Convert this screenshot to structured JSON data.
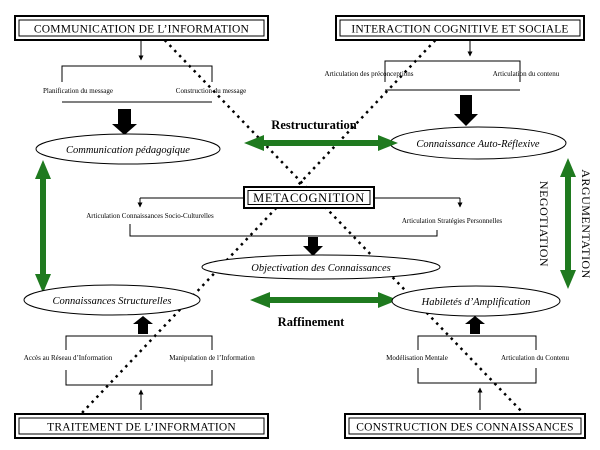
{
  "boxes": {
    "top_left": "COMMUNICATION DE L’INFORMATION",
    "top_right": "INTERACTION COGNITIVE ET SOCIALE",
    "bottom_left": "TRAITEMENT DE L’INFORMATION",
    "bottom_right": "CONSTRUCTION DES CONNAISSANCES",
    "center": "METACOGNITION"
  },
  "sub_labels": {
    "planification": "Planification du message",
    "construction_message": "Construction du message",
    "preconceptions": "Articulation des préconceptions",
    "contenu_top": "Articulation du contenu",
    "socio_culturelles": "Articulation Connaissances Socio-Culturelles",
    "strategies": "Articulation Stratégies Personnelles",
    "reseau": "Accès au Réseau d’Information",
    "manipulation": "Manipulation de l’Information",
    "modelisation": "Modélisation Mentale",
    "contenu_bottom": "Articulation du Contenu"
  },
  "ellipses": {
    "communication_pedagogique": "Communication pédagogique",
    "connaissance_auto_reflexive": "Connaissance Auto-Réflexive",
    "objectivation": "Objectivation des Connaissances",
    "connaissances_structurelles": "Connaissances Structurelles",
    "habiletes": "Habiletés d’Amplification"
  },
  "arrow_labels": {
    "restructuration": "Restructuration",
    "raffinement": "Raffinement",
    "argumentation": "ARGUMENTATION",
    "negotiation": "NEGOTIATION"
  },
  "colors": {
    "green_arrow": "#1f7a1f",
    "line": "#000000"
  }
}
